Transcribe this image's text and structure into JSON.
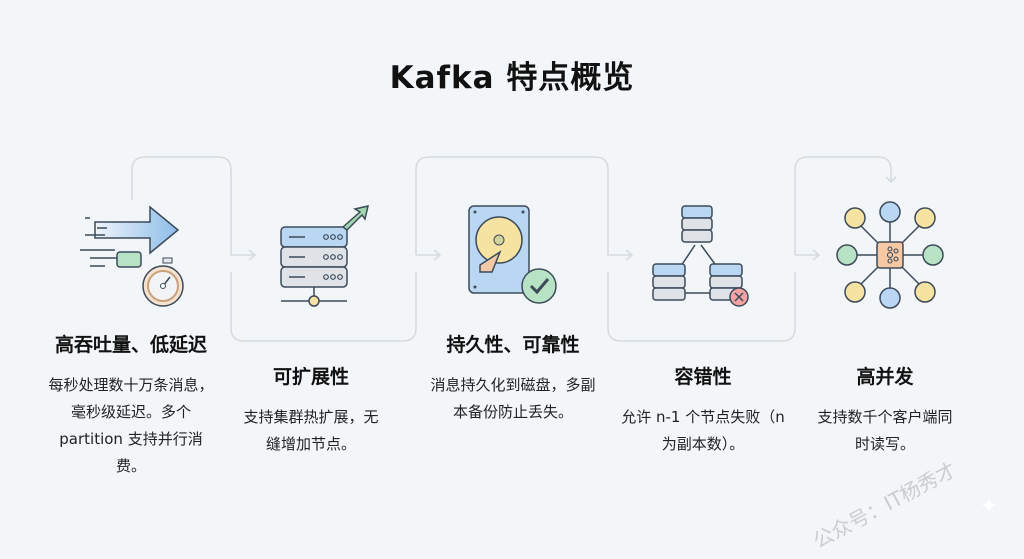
{
  "title": "Kafka 特点概览",
  "features": [
    {
      "title": "高吞吐量、低延迟",
      "desc": "每秒处理数十万条消息，毫秒级延迟。多个 partition 支持并行消费。",
      "icon": "speed-arrow-stopwatch-icon"
    },
    {
      "title": "可扩展性",
      "desc": "支持集群热扩展，无缝增加节点。",
      "icon": "server-scale-up-icon"
    },
    {
      "title": "持久性、可靠性",
      "desc": "消息持久化到磁盘，多副本备份防止丢失。",
      "icon": "disk-check-icon"
    },
    {
      "title": "容错性",
      "desc": "允许 n-1 个节点失败（n 为副本数）。",
      "icon": "server-cluster-failure-icon"
    },
    {
      "title": "高并发",
      "desc": "支持数千个客户端同时读写。",
      "icon": "clients-hub-icon"
    }
  ],
  "watermark": "公众号：IT杨秀才",
  "colors": {
    "blue": "#b9d6f2",
    "green": "#b8e2c4",
    "yellow": "#f7e3a1",
    "orange": "#f6c9a4",
    "red": "#f3a3a3",
    "line": "#d3d8dc"
  }
}
